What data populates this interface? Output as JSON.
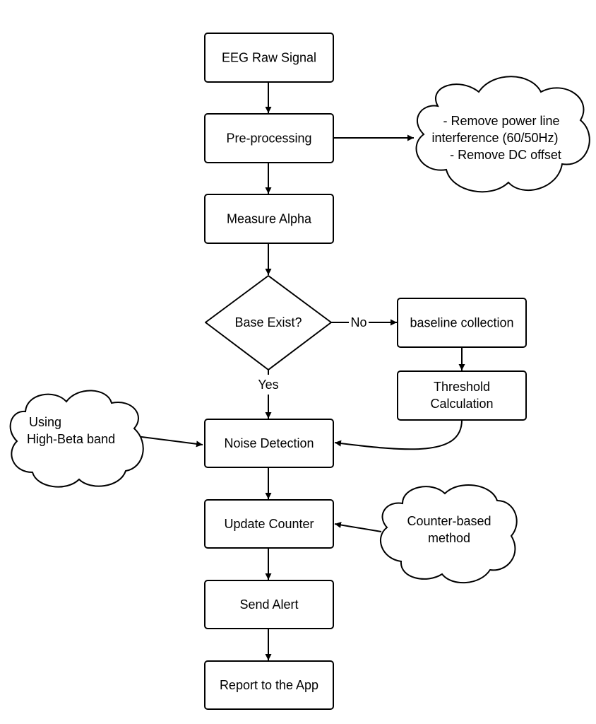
{
  "nodes": {
    "eeg_raw_signal": "EEG Raw Signal",
    "pre_processing": "Pre-processing",
    "measure_alpha": "Measure Alpha",
    "base_exist": "Base Exist?",
    "baseline_collection": "baseline collection",
    "threshold_calculation": [
      "Threshold",
      "Calculation"
    ],
    "noise_detection": "Noise Detection",
    "update_counter": "Update Counter",
    "send_alert": "Send Alert",
    "report_to_app": "Report to the App"
  },
  "notes": {
    "preprocessing_note": [
      "- Remove power line",
      "interference (60/50Hz)",
      "- Remove DC offset"
    ],
    "noise_note": [
      "Using",
      "High-Beta band"
    ],
    "counter_note": [
      "Counter-based",
      "method"
    ]
  },
  "edge_labels": {
    "no": "No",
    "yes": "Yes"
  },
  "colors": {
    "stroke": "#000000",
    "fill": "#ffffff",
    "text": "#000000"
  }
}
